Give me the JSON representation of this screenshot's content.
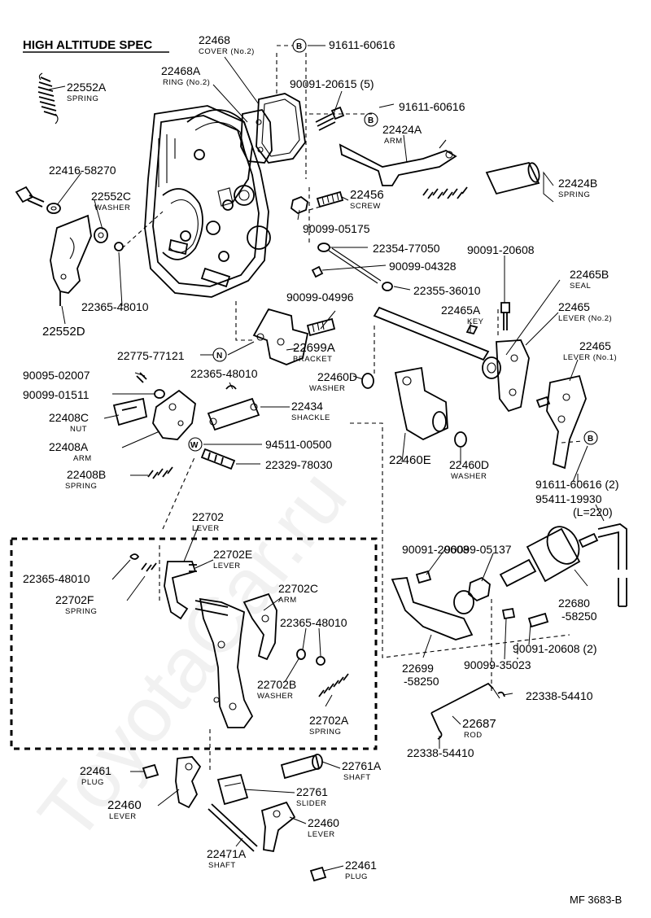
{
  "title": "HIGH ALTITUDE SPEC",
  "watermark": "ToyotaCar.ru",
  "ref_code": "MF 3683-B",
  "callout_letters": {
    "b": "B",
    "n": "N",
    "w": "W"
  },
  "parts": {
    "p22468": {
      "num": "22468",
      "name": "COVER (No.2)"
    },
    "p22468a": {
      "num": "22468A",
      "name": "RING (No.2)"
    },
    "p22552a": {
      "num": "22552A",
      "name": "SPRING"
    },
    "p91611_top": {
      "num": "91611-60616"
    },
    "p90091_20615": {
      "num": "90091-20615 (5)"
    },
    "p91611_b2": {
      "num": "91611-60616"
    },
    "p22424a": {
      "num": "22424A",
      "name": "ARM"
    },
    "p22424b": {
      "num": "22424B",
      "name": "SPRING"
    },
    "p22416": {
      "num": "22416-58270"
    },
    "p22552c": {
      "num": "22552C",
      "name": "WASHER"
    },
    "p22456": {
      "num": "22456",
      "name": "SCREW"
    },
    "p90099_05175": {
      "num": "90099-05175"
    },
    "p22354": {
      "num": "22354-77050"
    },
    "p90091_20608_top": {
      "num": "90091-20608"
    },
    "p90099_04328": {
      "num": "90099-04328"
    },
    "p22465b": {
      "num": "22465B",
      "name": "SEAL"
    },
    "p22355": {
      "num": "22355-36010"
    },
    "p22365_48010_a": {
      "num": "22365-48010"
    },
    "p90099_04996": {
      "num": "90099-04996"
    },
    "p22465a": {
      "num": "22465A",
      "name": "KEY"
    },
    "p22465_no2": {
      "num": "22465",
      "name": "LEVER (No.2)"
    },
    "p22552d": {
      "num": "22552D"
    },
    "p22699a": {
      "num": "22699A",
      "name": "BRACKET"
    },
    "p22465_no1": {
      "num": "22465",
      "name": "LEVER (No.1)"
    },
    "p22775": {
      "num": "22775-77121"
    },
    "p90095": {
      "num": "90095-02007"
    },
    "p22365_48010_b": {
      "num": "22365-48010"
    },
    "p22460d_top": {
      "num": "22460D",
      "name": "WASHER"
    },
    "p90099_01511": {
      "num": "90099-01511"
    },
    "p22434": {
      "num": "22434",
      "name": "SHACKLE"
    },
    "p22408c": {
      "num": "22408C",
      "name": "NUT"
    },
    "p22408a": {
      "num": "22408A",
      "name": "ARM"
    },
    "p94511": {
      "num": "94511-00500"
    },
    "p22460e": {
      "num": "22460E"
    },
    "p22460d_bot": {
      "num": "22460D",
      "name": "WASHER"
    },
    "p22329": {
      "num": "22329-78030"
    },
    "p22408b": {
      "num": "22408B",
      "name": "SPRING"
    },
    "p91611_2": {
      "num": "91611-60616 (2)"
    },
    "p95411": {
      "num": "95411-19930"
    },
    "p95411_len": {
      "num": "(L=220)"
    },
    "p22702": {
      "num": "22702",
      "name": "LEVER"
    },
    "p90099_05137": {
      "num": "90099-05137"
    },
    "p90091_20608_mid": {
      "num": "90091-20608"
    },
    "p22702e": {
      "num": "22702E",
      "name": "LEVER"
    },
    "p22365_48010_c": {
      "num": "22365-48010"
    },
    "p22702f": {
      "num": "22702F",
      "name": "SPRING"
    },
    "p22702c": {
      "num": "22702C",
      "name": "ARM"
    },
    "p22680": {
      "num": "22680",
      "num2": "-58250"
    },
    "p22365_48010_d": {
      "num": "22365-48010"
    },
    "p90091_20608_2": {
      "num": "90091-20608 (2)"
    },
    "p22699": {
      "num": "22699",
      "num2": "-58250"
    },
    "p90099_35023": {
      "num": "90099-35023"
    },
    "p22702b": {
      "num": "22702B",
      "name": "WASHER"
    },
    "p22338_a": {
      "num": "22338-54410"
    },
    "p22702a": {
      "num": "22702A",
      "name": "SPRING"
    },
    "p22687": {
      "num": "22687",
      "name": "ROD"
    },
    "p22338_b": {
      "num": "22338-54410"
    },
    "p22461_top": {
      "num": "22461",
      "name": "PLUG"
    },
    "p22761a": {
      "num": "22761A",
      "name": "SHAFT"
    },
    "p22460_left": {
      "num": "22460",
      "name": "LEVER"
    },
    "p22761": {
      "num": "22761",
      "name": "SLIDER"
    },
    "p22460_right": {
      "num": "22460",
      "name": "LEVER"
    },
    "p22471a": {
      "num": "22471A",
      "name": "SHAFT"
    },
    "p22461_bot": {
      "num": "22461",
      "name": "PLUG"
    }
  }
}
